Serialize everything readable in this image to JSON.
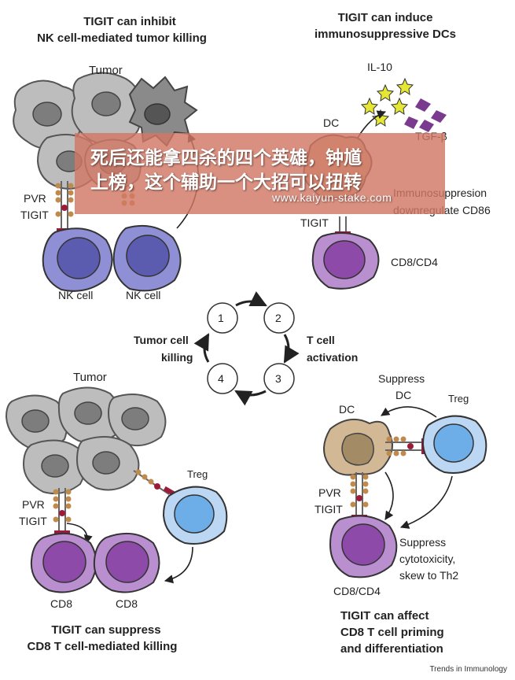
{
  "panels": {
    "nk": {
      "title_line1": "TIGIT can inhibit",
      "title_line2": "NK cell-mediated tumor killing",
      "tumor": "Tumor",
      "pvr": "PVR",
      "tigit": "TIGIT",
      "nk1": "NK cell",
      "nk2": "NK cell"
    },
    "dc": {
      "title_line1": "TIGIT can induce",
      "title_line2": "immunosuppressive DCs",
      "il10": "IL-10",
      "tgf": "TGF-β",
      "dc": "DC",
      "immuno_line1": "Immunosuppresion",
      "immuno_line2": "downregulate CD86",
      "tigit": "TIGIT",
      "cd8cd4": "CD8/CD4"
    },
    "cycle": {
      "step1": "1",
      "step2": "2",
      "step3": "3",
      "step4": "4",
      "left_line1": "Tumor cell",
      "left_line2": "killing",
      "right_line1": "T cell",
      "right_line2": "activation"
    },
    "cd8": {
      "tumor": "Tumor",
      "pvr": "PVR",
      "tigit": "TIGIT",
      "treg": "Treg",
      "cd8a": "CD8",
      "cd8b": "CD8",
      "title_line1": "TIGIT can suppress",
      "title_line2": "CD8 T cell-mediated killing"
    },
    "priming": {
      "suppress_line1": "Suppress",
      "suppress_line2": "DC",
      "dc": "DC",
      "treg": "Treg",
      "pvr": "PVR",
      "tigit": "TIGIT",
      "cyto_line1": "Suppress",
      "cyto_line2": "cytotoxicity,",
      "cyto_line3": "skew to Th2",
      "cd8cd4": "CD8/CD4",
      "title_line1": "TIGIT can affect",
      "title_line2": "CD8 T cell priming",
      "title_line3": "and differentiation"
    }
  },
  "banner": {
    "line1": "死后还能拿四杀的四个英雄，钟馗",
    "line2": "上榜，这个辅助一个大招可以扭转",
    "url": "www.kaiyun-stake.com"
  },
  "credit": "Trends in Immunology",
  "colors": {
    "tumor": "#bdbdbd",
    "nucleus": "#7d7d7d",
    "nk": "#8f8fd6",
    "tcell": "#b98fcf",
    "treg": "#bcd7f3",
    "dc": "#d2b894",
    "tigit": "#9b1c3a",
    "pvr": "#c08a4c",
    "star": "#e6e635",
    "tgf": "#7a3b8f"
  }
}
